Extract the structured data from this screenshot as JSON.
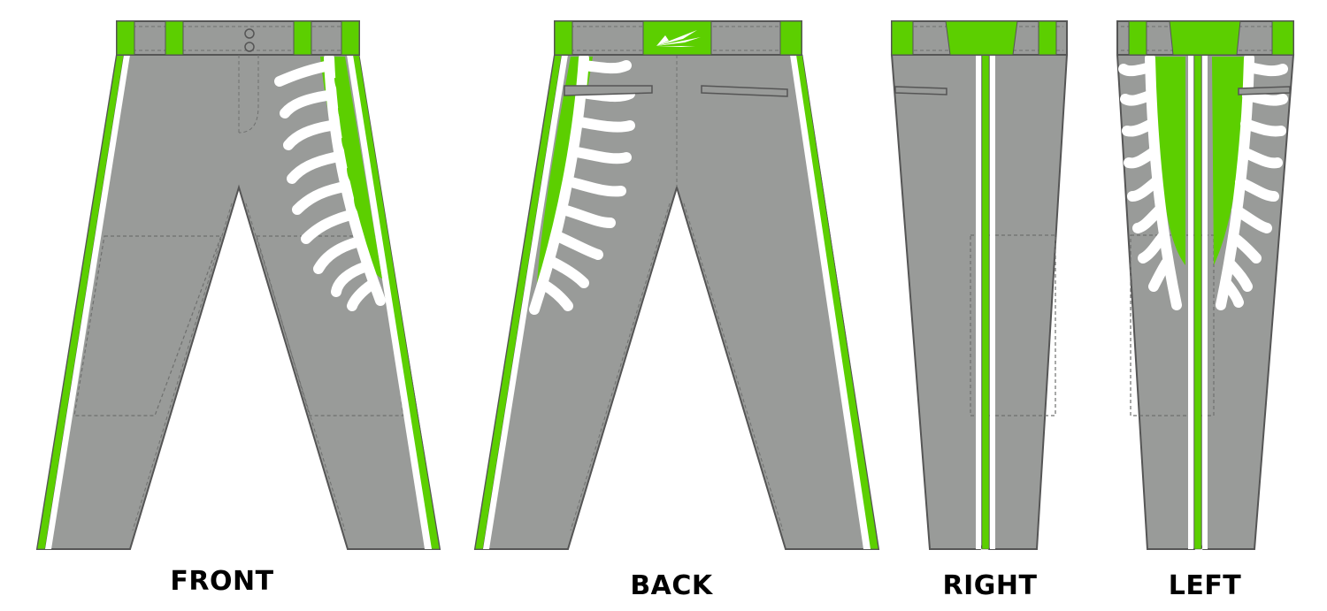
{
  "views": [
    {
      "id": "front",
      "label": "FRONT"
    },
    {
      "id": "back",
      "label": "BACK"
    },
    {
      "id": "right",
      "label": "RIGHT"
    },
    {
      "id": "left",
      "label": "LEFT"
    }
  ],
  "colors": {
    "body": "#999b99",
    "outline": "#555555",
    "accent": "#5ccf00",
    "piping": "#ffffff",
    "stitch": "#6f706f",
    "label": "#000000"
  },
  "icons": {
    "logo": "arrowhead-logo-icon",
    "seams": "baseball-stitch-graphic",
    "buttons": "button-icon"
  }
}
